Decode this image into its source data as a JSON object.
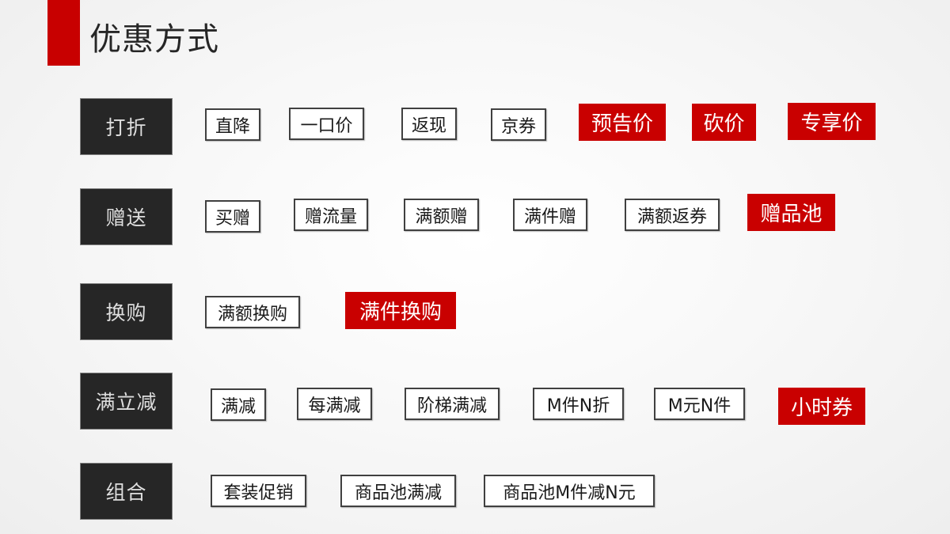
{
  "header": {
    "title": "优惠方式"
  },
  "colors": {
    "accent": "#c80000",
    "category_bg": "#262626",
    "background": "#f4f4f4"
  },
  "rows": [
    {
      "category": "打折",
      "tags": [
        {
          "label": "直降",
          "highlight": false
        },
        {
          "label": "一口价",
          "highlight": false
        },
        {
          "label": "返现",
          "highlight": false
        },
        {
          "label": "京券",
          "highlight": false
        },
        {
          "label": "预告价",
          "highlight": true
        },
        {
          "label": "砍价",
          "highlight": true
        },
        {
          "label": "专享价",
          "highlight": true
        }
      ]
    },
    {
      "category": "赠送",
      "tags": [
        {
          "label": "买赠",
          "highlight": false
        },
        {
          "label": "赠流量",
          "highlight": false
        },
        {
          "label": "满额赠",
          "highlight": false
        },
        {
          "label": "满件赠",
          "highlight": false
        },
        {
          "label": "满额返券",
          "highlight": false
        },
        {
          "label": "赠品池",
          "highlight": true
        }
      ]
    },
    {
      "category": "换购",
      "tags": [
        {
          "label": "满额换购",
          "highlight": false
        },
        {
          "label": "满件换购",
          "highlight": true
        }
      ]
    },
    {
      "category": "满立减",
      "tags": [
        {
          "label": "满减",
          "highlight": false
        },
        {
          "label": "每满减",
          "highlight": false
        },
        {
          "label": "阶梯满减",
          "highlight": false
        },
        {
          "label": "M件N折",
          "highlight": false
        },
        {
          "label": "M元N件",
          "highlight": false
        },
        {
          "label": "小时券",
          "highlight": true
        }
      ]
    },
    {
      "category": "组合",
      "tags": [
        {
          "label": "套装促销",
          "highlight": false
        },
        {
          "label": "商品池满减",
          "highlight": false
        },
        {
          "label": "商品池M件减N元",
          "highlight": false
        }
      ]
    }
  ]
}
